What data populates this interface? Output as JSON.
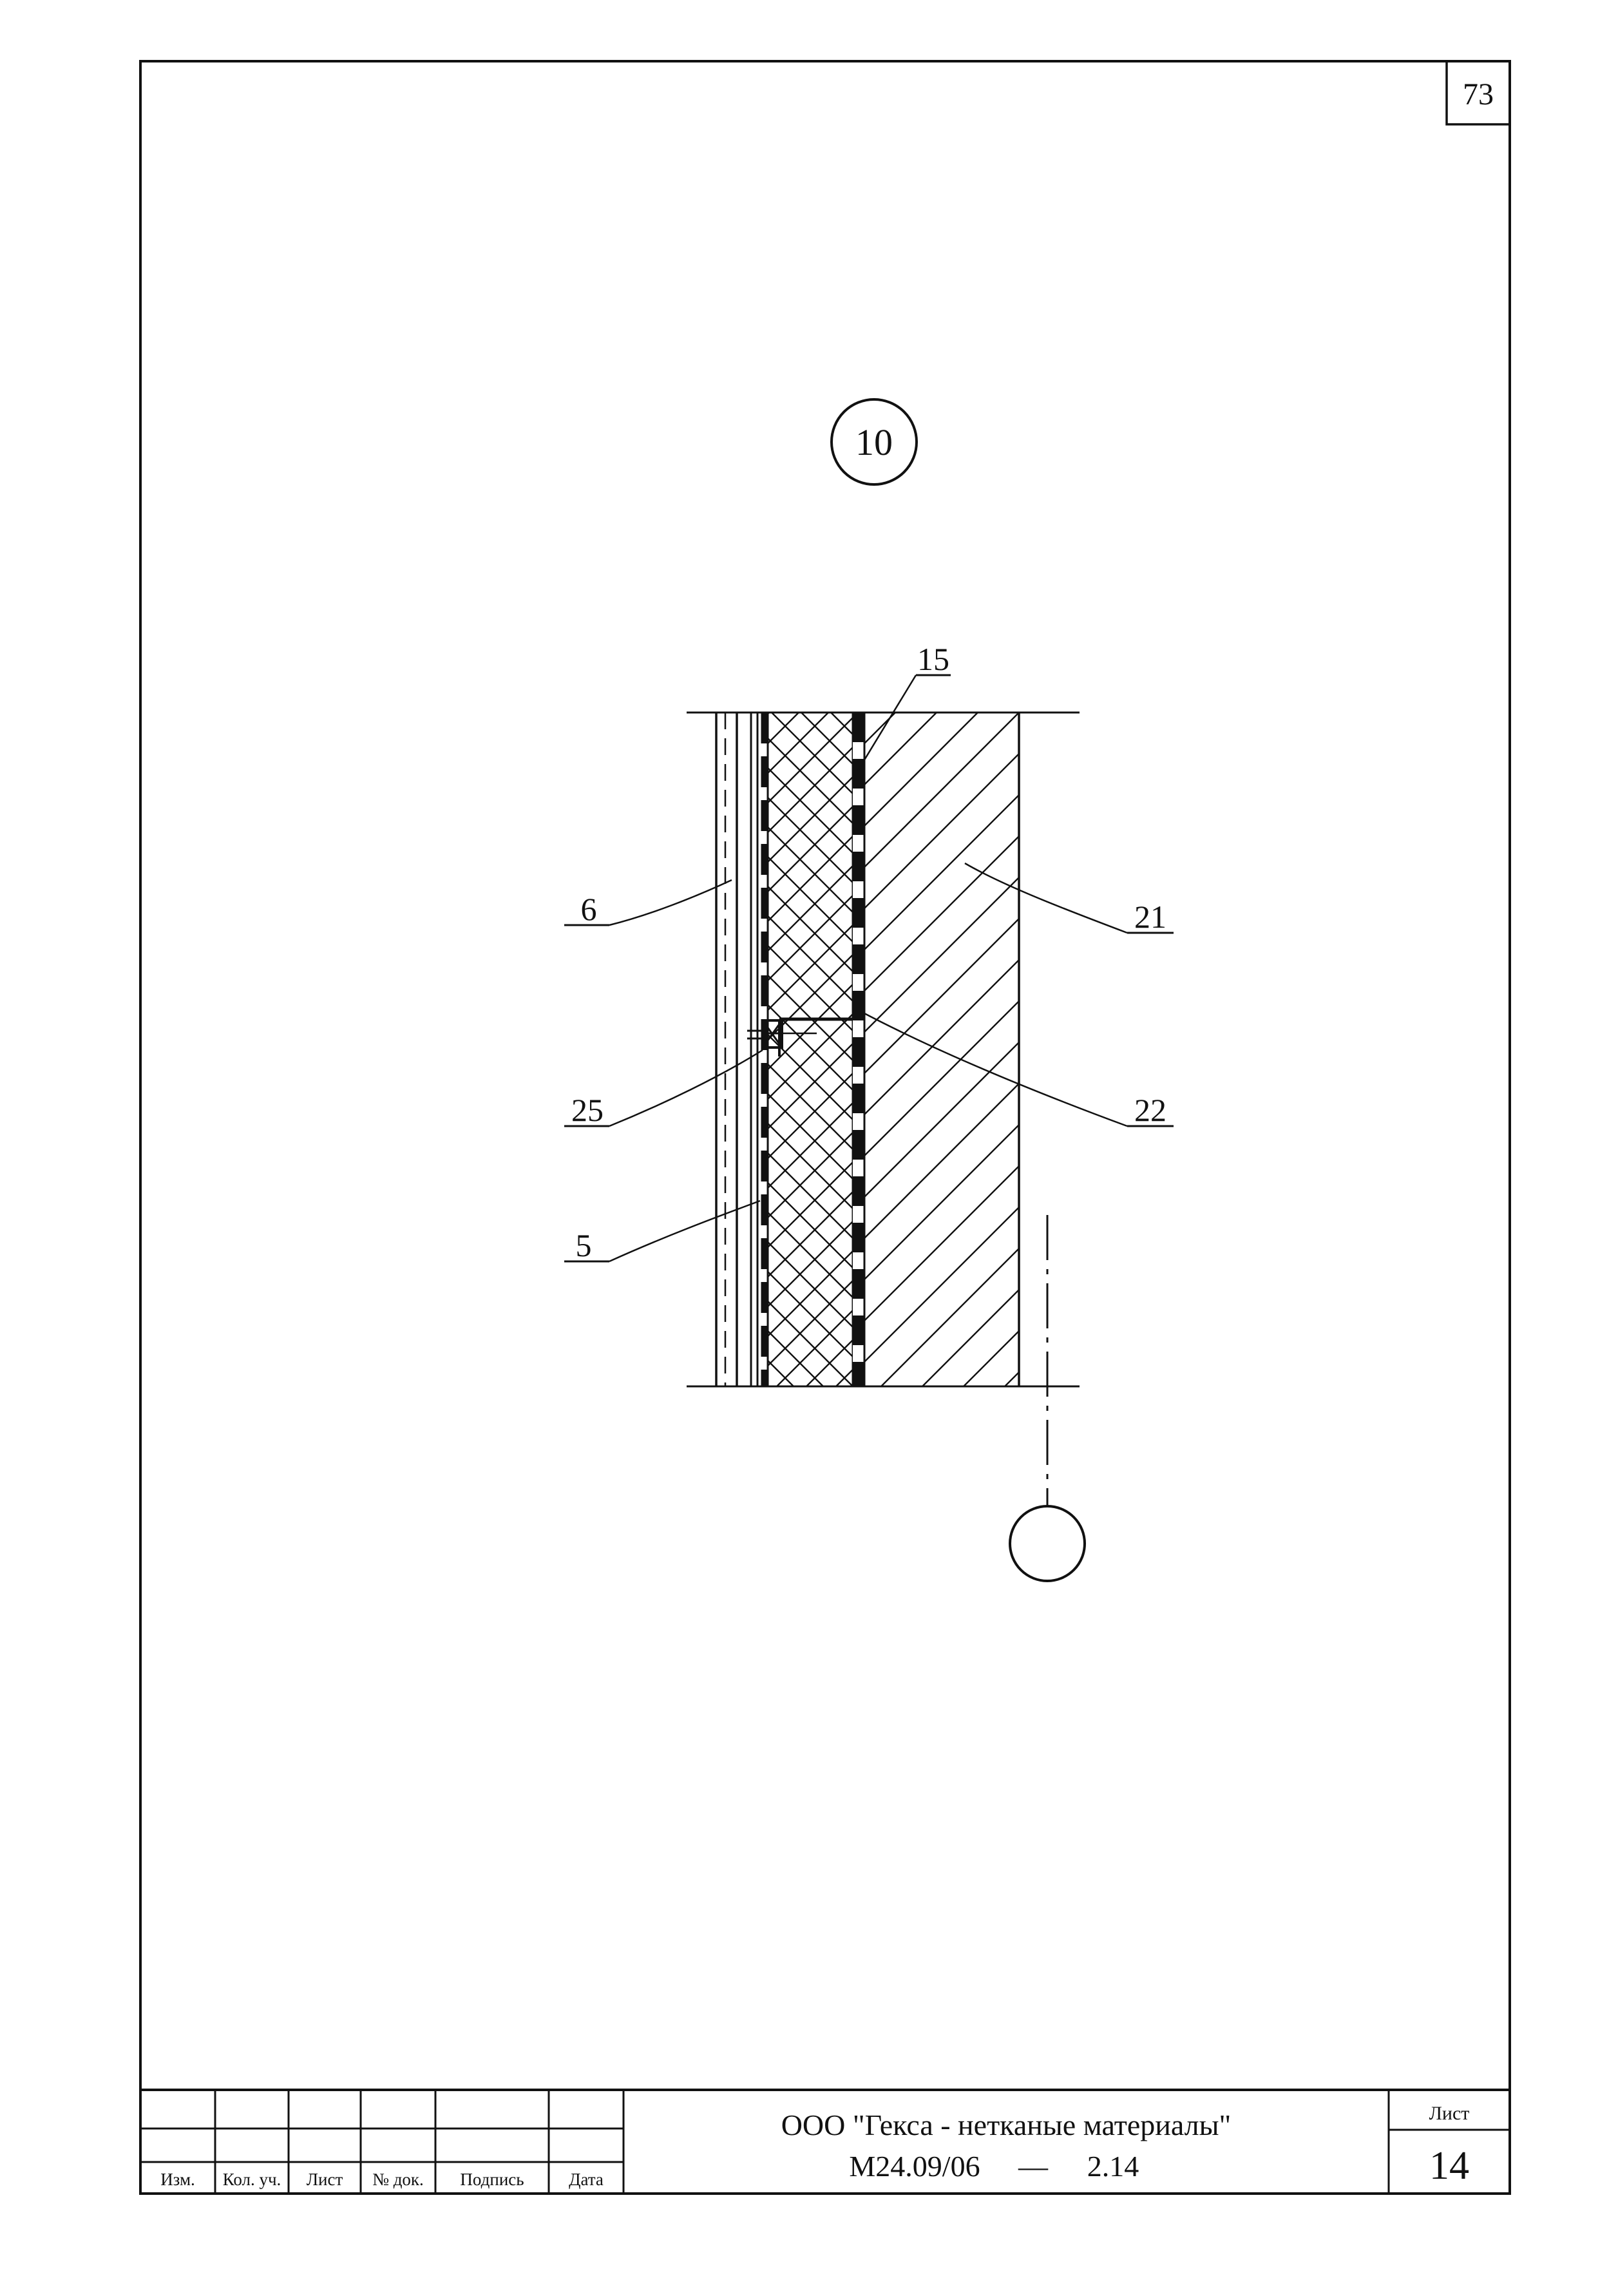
{
  "sheet_corner_number": "73",
  "detail_marker": "10",
  "section_marker": "",
  "callouts": {
    "c15": "15",
    "c6": "6",
    "c21": "21",
    "c25": "25",
    "c22": "22",
    "c5": "5"
  },
  "title_block": {
    "headers": [
      "Изм.",
      "Кол. уч.",
      "Лист",
      "№ док.",
      "Подпись",
      "Дата"
    ],
    "organization": "ООО \"Гекса - нетканые материалы\"",
    "document_code": "М24.09/06",
    "dash": "—",
    "document_sheet": "2.14",
    "sheet_label": "Лист",
    "sheet_number": "14"
  },
  "colors": {
    "ink": "#111111",
    "paper": "#ffffff"
  }
}
